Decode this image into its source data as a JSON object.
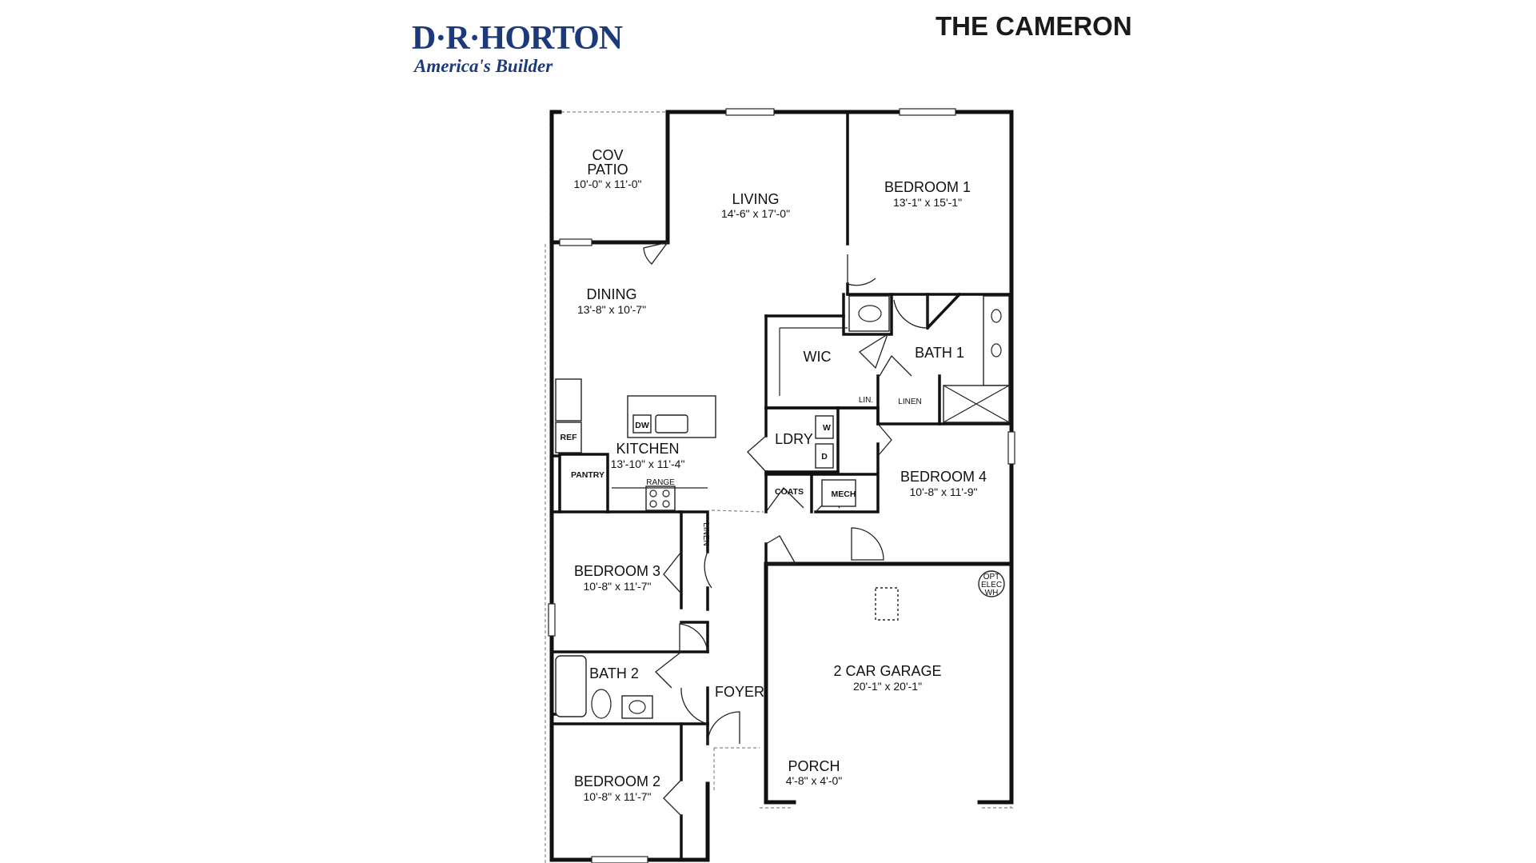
{
  "brand": {
    "name": "D·R·HORTON",
    "tagline": "America's Builder"
  },
  "plan_title": "THE CAMERON",
  "rooms": {
    "cov_patio": {
      "name_line1": "COV",
      "name_line2": "PATIO",
      "dims": "10'-0\" x 11'-0\""
    },
    "living": {
      "name": "LIVING",
      "dims": "14'-6\" x 17'-0\""
    },
    "bedroom1": {
      "name": "BEDROOM 1",
      "dims": "13'-1\" x 15'-1\""
    },
    "dining": {
      "name": "DINING",
      "dims": "13'-8\" x 10'-7\""
    },
    "wic": {
      "name": "WIC"
    },
    "bath1": {
      "name": "BATH 1"
    },
    "lin": {
      "name": "LIN."
    },
    "linen_bath1": {
      "name": "LINEN"
    },
    "kitchen": {
      "name": "KITCHEN",
      "dims": "13'-10\" x 11'-4\""
    },
    "ldry": {
      "name": "LDRY"
    },
    "bedroom4": {
      "name": "BEDROOM 4",
      "dims": "10'-8\" x 11'-9\""
    },
    "coats": {
      "name": "COATS"
    },
    "mech": {
      "name": "MECH"
    },
    "pantry": {
      "name": "PANTRY"
    },
    "linen_hall": {
      "name": "LINEN"
    },
    "bedroom3": {
      "name": "BEDROOM 3",
      "dims": "10'-8\" x 11'-7\""
    },
    "garage": {
      "name": "2 CAR GARAGE",
      "dims": "20'-1\" x 20'-1\""
    },
    "bath2": {
      "name": "BATH 2"
    },
    "foyer": {
      "name": "FOYER"
    },
    "porch": {
      "name": "PORCH",
      "dims": "4'-8\" x 4'-0\""
    },
    "bedroom2": {
      "name": "BEDROOM 2",
      "dims": "10'-8\" x 11'-7\""
    }
  },
  "fixtures": {
    "ref": "REF",
    "dw": "DW",
    "range": "RANGE",
    "washer": "W",
    "dryer": "D",
    "opt_elec_wh_line1": "OPT",
    "opt_elec_wh_line2": "ELEC",
    "opt_elec_wh_line3": "WH"
  }
}
